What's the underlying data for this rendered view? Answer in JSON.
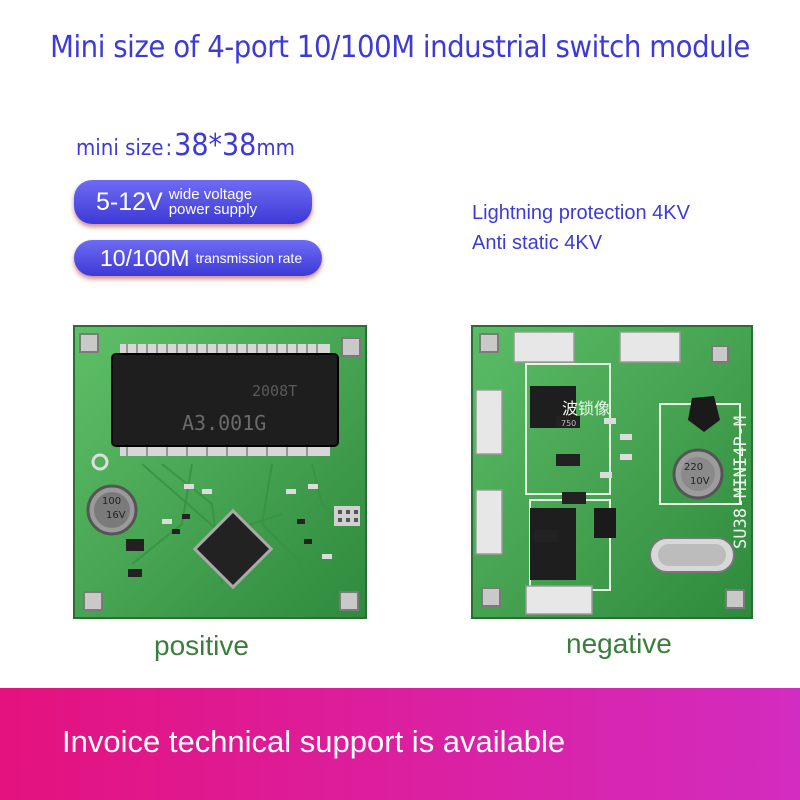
{
  "title": "Mini size of 4-port 10/100M industrial switch module",
  "mini_size": {
    "label": "mini size",
    "colon": ":",
    "value": "38*38",
    "unit": "mm"
  },
  "voltage": {
    "value": "5-12V",
    "line1": "wide voltage",
    "line2": "power supply"
  },
  "rate": {
    "value": "10/100M",
    "label": "transmission rate"
  },
  "protection": {
    "line1": "Lightning protection 4KV",
    "line2": "Anti static 4KV"
  },
  "board_front": {
    "chip_line1": "2008T",
    "chip_line2": "A3.001G",
    "cap_line1": "100",
    "cap_line2": "16V"
  },
  "board_back": {
    "silk_vertical": "SU38-MINI4P-M",
    "silk_chinese": "波锁像",
    "cap_line1": "220",
    "cap_line2": "10V",
    "resistor_label": "750"
  },
  "captions": {
    "front": "positive",
    "back": "negative"
  },
  "banner": {
    "text": "Invoice technical support is available"
  },
  "colors": {
    "title_blue": "#3d3ad8",
    "pcb_green": "#3a9e4a",
    "caption_green": "#3b7d3d",
    "banner_pink": "#e4127e",
    "banner_purple": "#d32cc0"
  }
}
